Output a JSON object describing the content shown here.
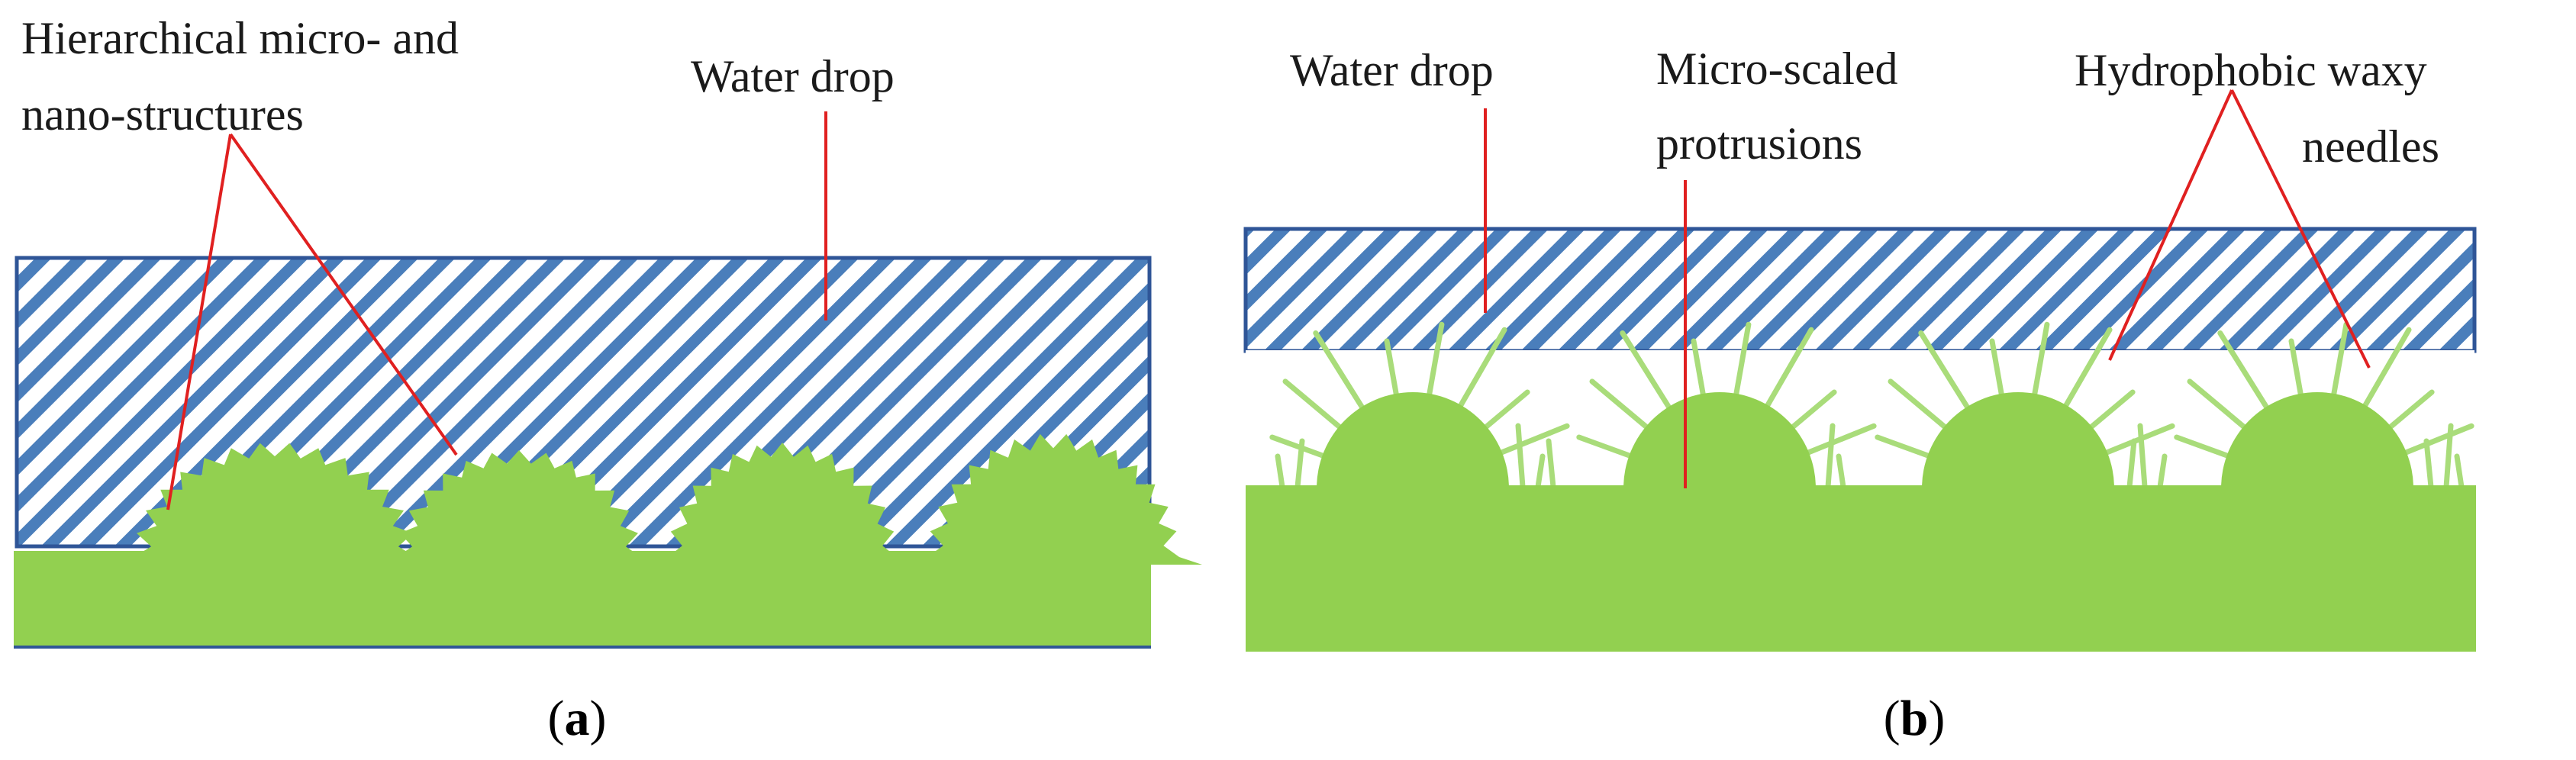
{
  "panel_a": {
    "label_structures_line1": "Hierarchical micro- and",
    "label_structures_line2": "nano-structures",
    "label_water": "Water drop",
    "caption_open": "(",
    "caption_letter": "a",
    "caption_close": ")"
  },
  "panel_b": {
    "label_water": "Water drop",
    "label_protrusions_line1": "Micro-scaled",
    "label_protrusions_line2": "protrusions",
    "label_needles_line1": "Hydrophobic waxy",
    "label_needles_line2": "needles",
    "caption_open": "(",
    "caption_letter": "b",
    "caption_close": ")"
  },
  "colors": {
    "water_hatch": "#4a7ebb",
    "water_border": "#2f5597",
    "surface_green": "#92d050",
    "needle_green": "#a9dc7a",
    "leader_red": "#e02020",
    "text": "#1a1a1a"
  }
}
